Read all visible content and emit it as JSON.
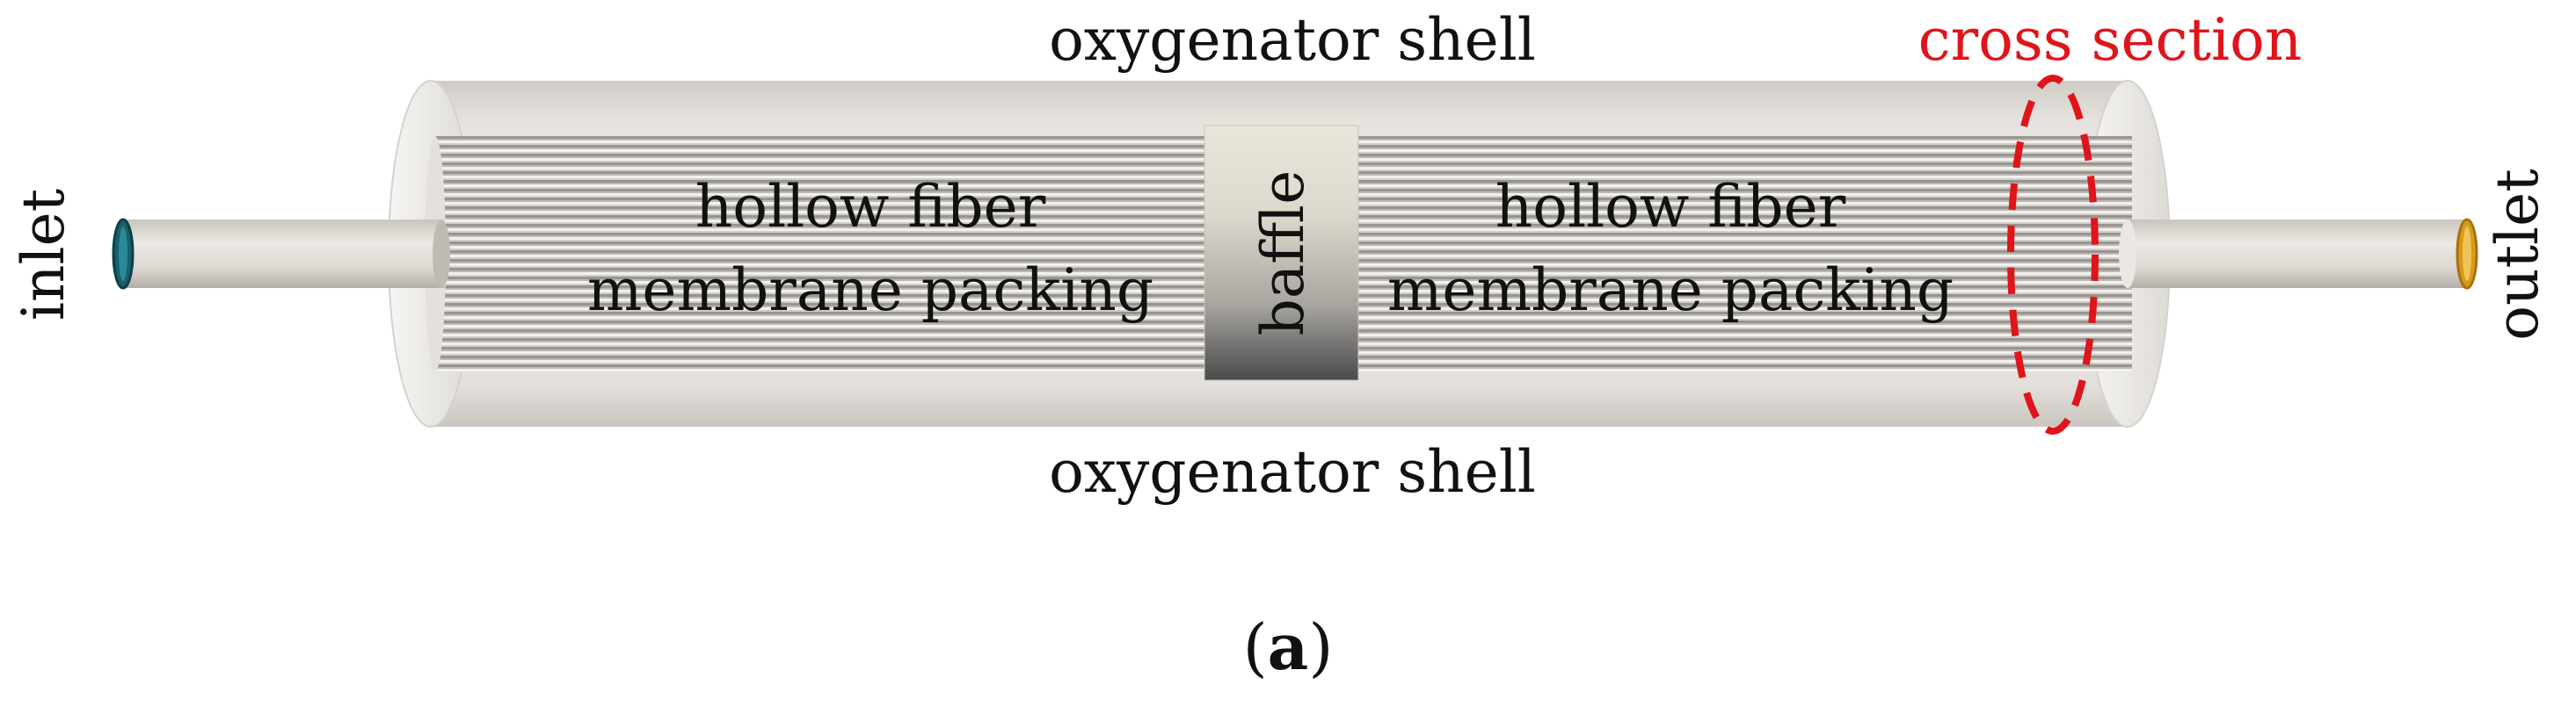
{
  "labels": {
    "shell_top": "oxygenator shell",
    "shell_bottom": "oxygenator shell",
    "cross_section": "cross section",
    "packing_left_line1": "hollow fiber",
    "packing_left_line2": "membrane packing",
    "packing_right_line1": "hollow fiber",
    "packing_right_line2": "membrane packing",
    "baffle": "baffle",
    "inlet": "inlet",
    "outlet": "outlet",
    "caption_open": "(",
    "caption_letter": "a",
    "caption_close": ")"
  },
  "colors": {
    "cross_section": "#e0141b",
    "inlet_ring": "#17606c",
    "outlet_ring": "#d89a1c",
    "text": "#111111"
  }
}
